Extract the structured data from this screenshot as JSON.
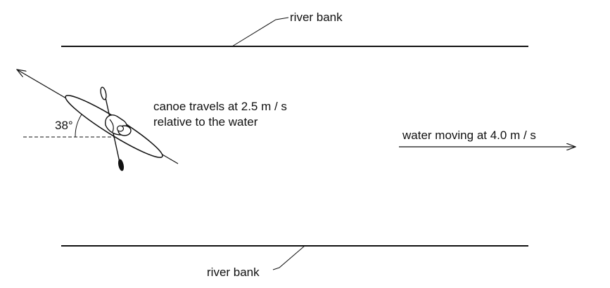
{
  "labels": {
    "river_bank_top": "river bank",
    "river_bank_bottom": "river bank",
    "canoe_line1": "canoe travels at 2.5 m / s",
    "canoe_line2": "relative to the water",
    "water_motion": "water moving at 4.0 m / s",
    "angle": "38°"
  },
  "canoe": {
    "speed_relative_to_water_m_per_s": 2.5,
    "heading_angle_deg": 38
  },
  "water": {
    "speed_m_per_s": 4.0,
    "direction": "right"
  },
  "colors": {
    "ink": "#111111",
    "background": "#ffffff"
  }
}
